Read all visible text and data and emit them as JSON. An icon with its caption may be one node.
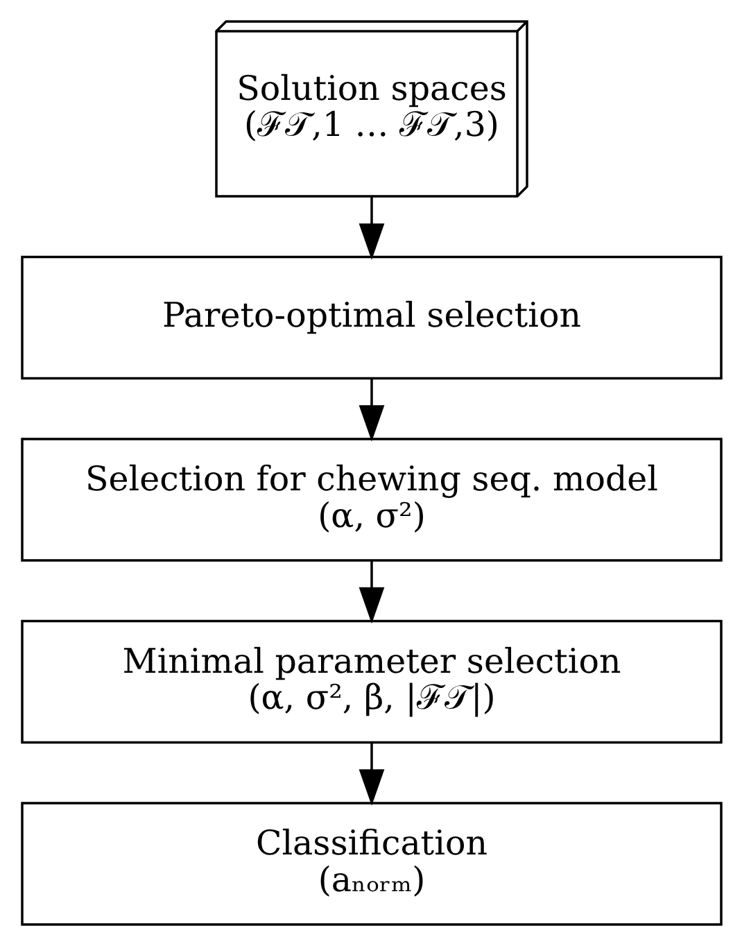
{
  "diagram": {
    "nodes": [
      {
        "text": [
          "Solution spaces",
          "(ℱ𝒯,1 … ℱ𝒯,3)"
        ]
      },
      {
        "text": [
          "Pareto-optimal selection"
        ]
      },
      {
        "text": [
          "Selection for chewing seq. model",
          "(α, σ²)"
        ]
      },
      {
        "text": [
          "Minimal parameter selection",
          "(α, σ², β, |ℱ𝒯|)"
        ]
      },
      {
        "text": [
          "Classification",
          "(aₙₒᵣₘ)"
        ]
      }
    ],
    "edges": [
      {
        "from": 0,
        "to": 1,
        "arrow": "to"
      },
      {
        "from": 1,
        "to": 2,
        "arrow": "to"
      },
      {
        "from": 2,
        "to": 3,
        "arrow": "to"
      },
      {
        "from": 3,
        "to": 4,
        "arrow": "to"
      }
    ]
  }
}
